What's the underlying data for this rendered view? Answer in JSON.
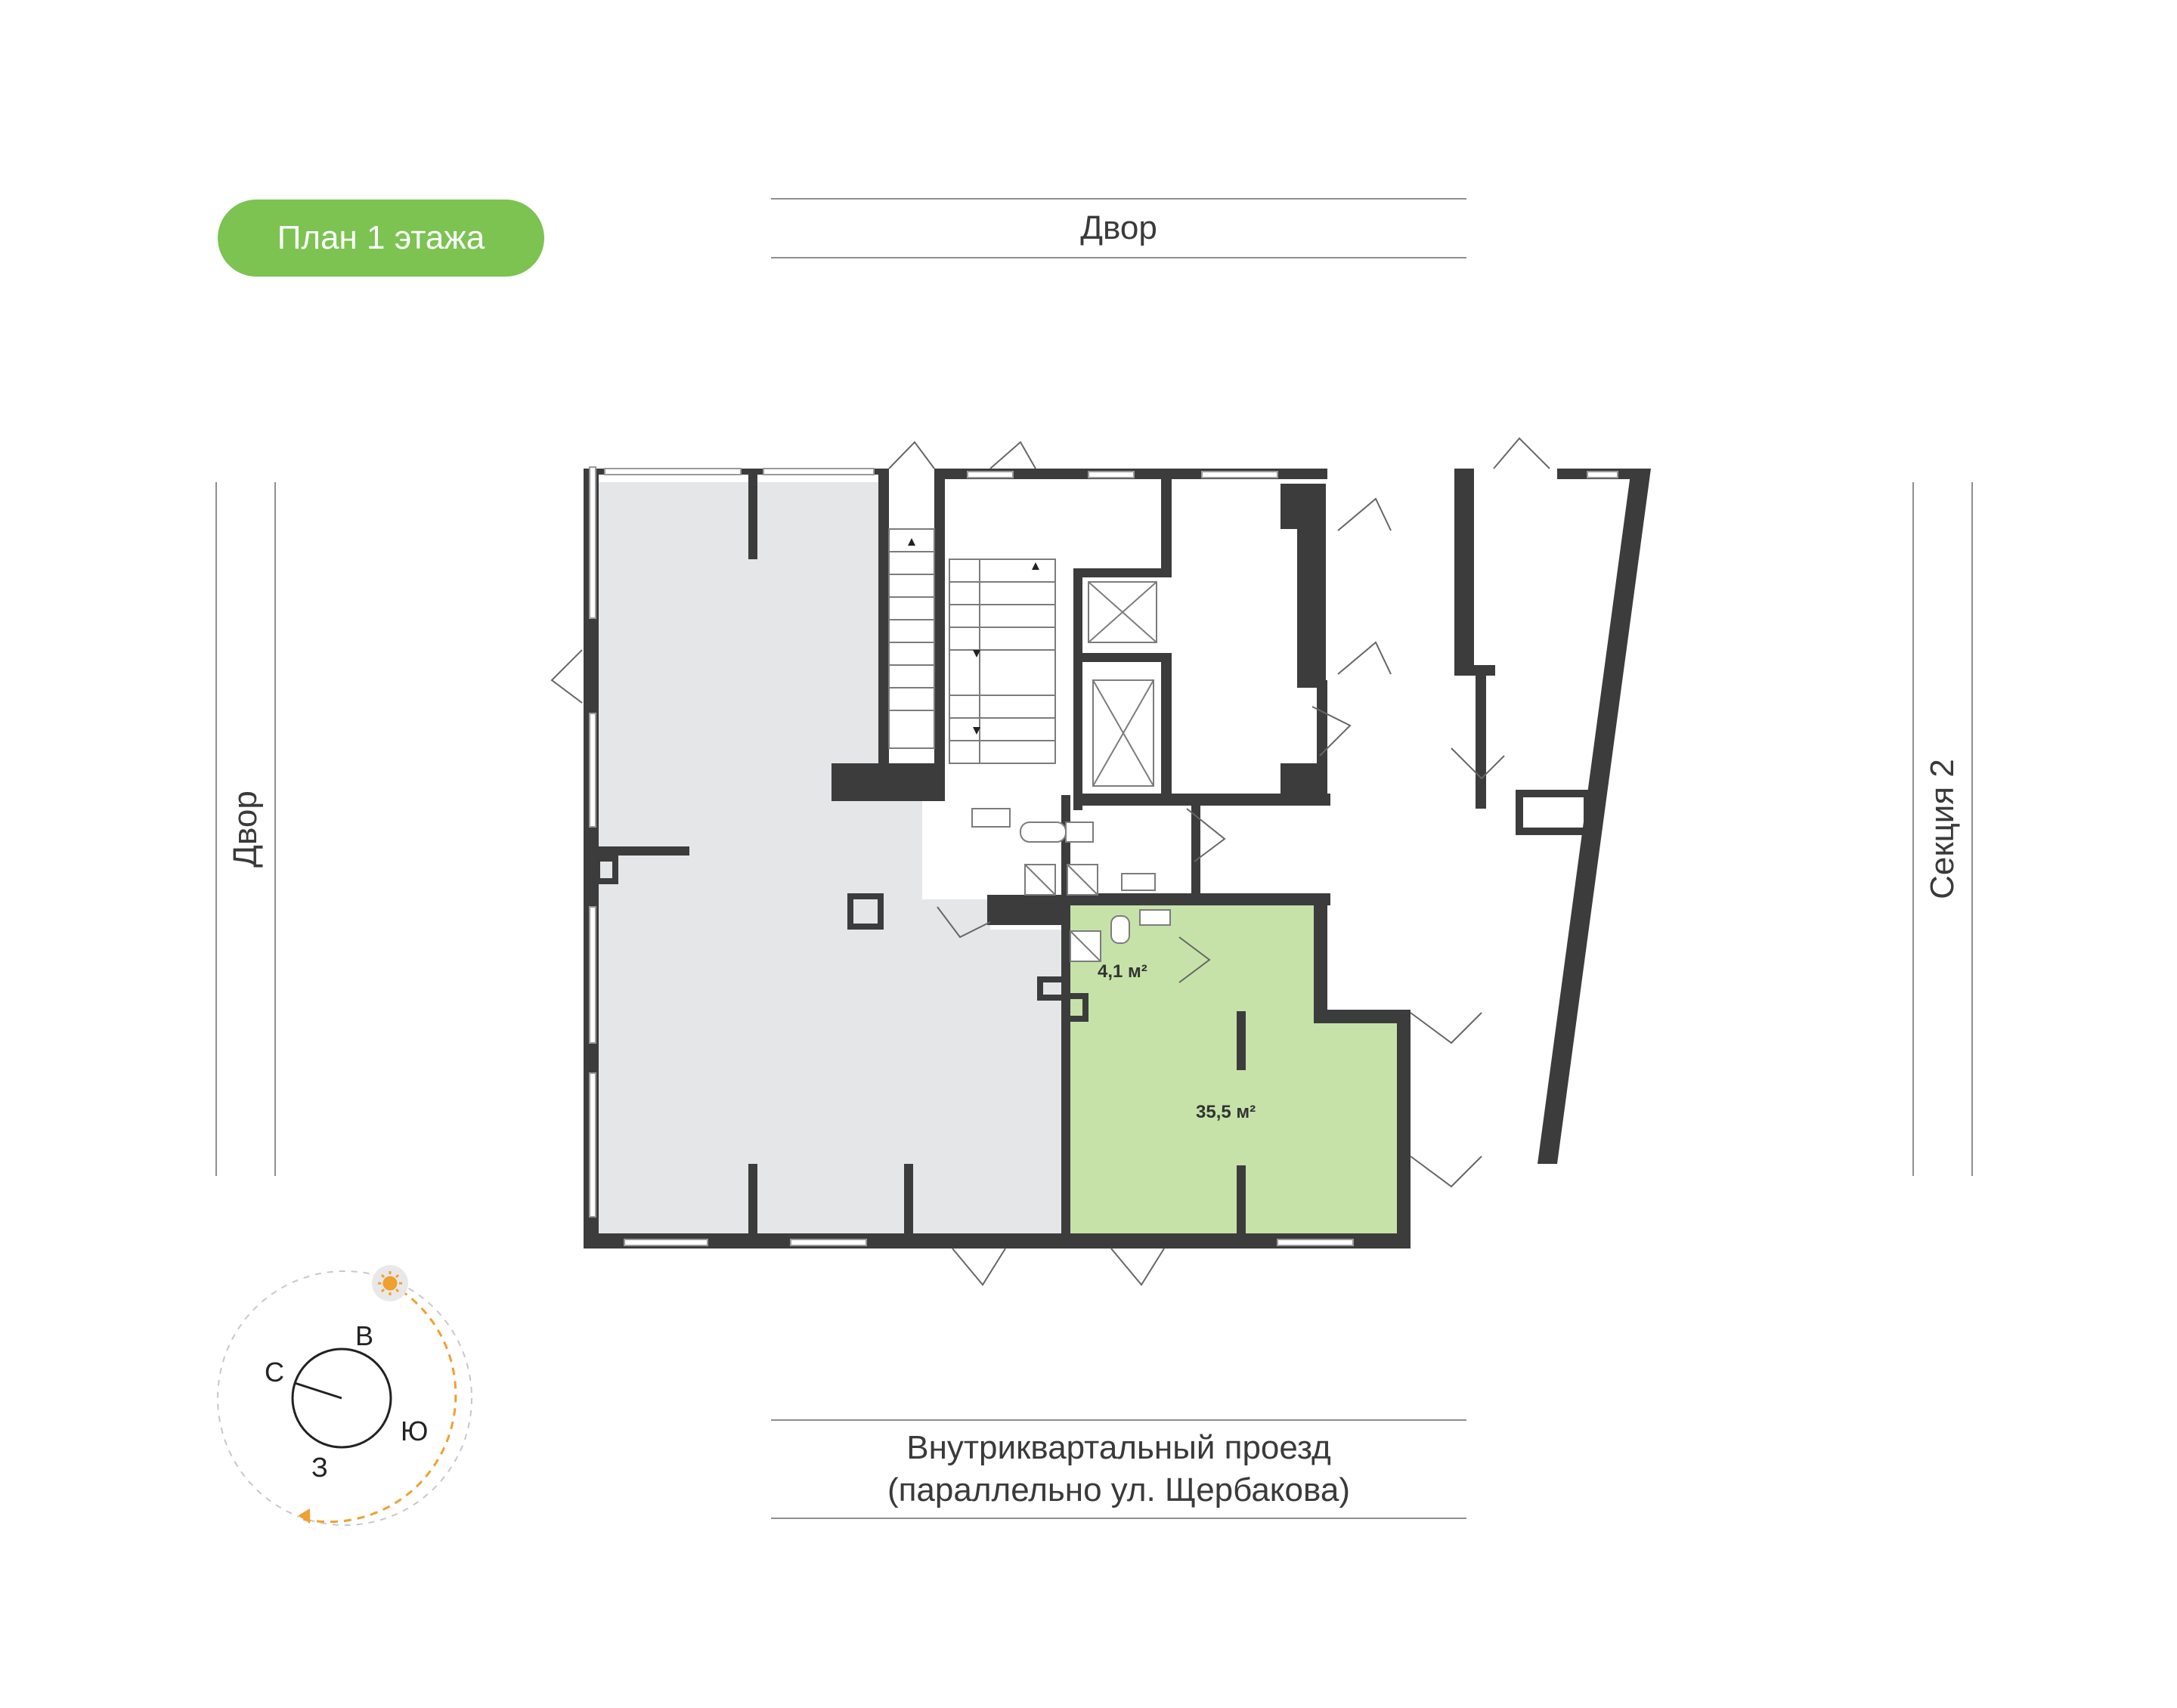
{
  "badge": {
    "label": "План 1 этажа",
    "color": "#7cc352"
  },
  "streets": {
    "top": "Двор",
    "left": "Двор",
    "right": "Секция 2",
    "bottom_line1": "Внутриквартальный проезд",
    "bottom_line2": "(параллельно ул. Щербакова)"
  },
  "rooms": {
    "wc_area": "4,1 м²",
    "main_area": "35,5 м²",
    "highlight_color": "#c6e2a9",
    "neighbor_color": "#e5e6e8",
    "wall_color": "#3c3c3c"
  },
  "compass": {
    "north": "С",
    "east": "В",
    "south": "Ю",
    "west": "З",
    "sun_icon": "sun-icon",
    "sun_color": "#f0a030"
  }
}
